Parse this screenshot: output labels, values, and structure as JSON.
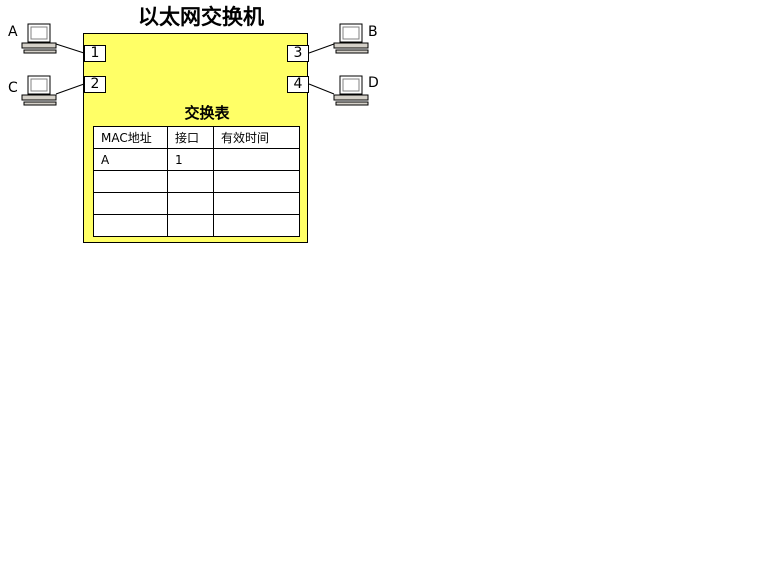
{
  "title": "以太网交换机",
  "ports": [
    "1",
    "2",
    "3",
    "4"
  ],
  "hosts": {
    "a": "A",
    "b": "B",
    "c": "C",
    "d": "D"
  },
  "table": {
    "title": "交换表",
    "headers": [
      "MAC地址",
      "接口",
      "有效时间"
    ],
    "rows": [
      [
        "A",
        "1",
        ""
      ],
      [
        "",
        "",
        ""
      ],
      [
        "",
        "",
        ""
      ],
      [
        "",
        "",
        ""
      ]
    ]
  },
  "colors": {
    "switch_fill": "#ffff66",
    "computer_fill": "#d4d0c8"
  },
  "icons": [
    "computer-icon"
  ]
}
